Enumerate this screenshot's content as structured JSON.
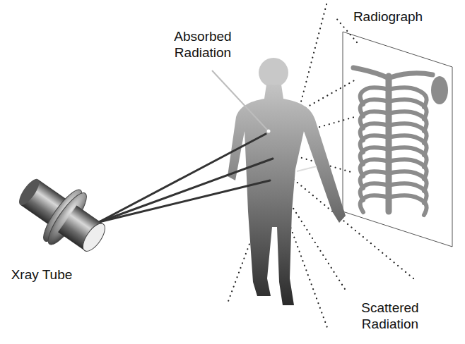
{
  "diagram": {
    "labels": [
      "Absorbed Radiation",
      "Radiograph",
      "Xray Tube",
      "Scattered Radiation"
    ]
  }
}
